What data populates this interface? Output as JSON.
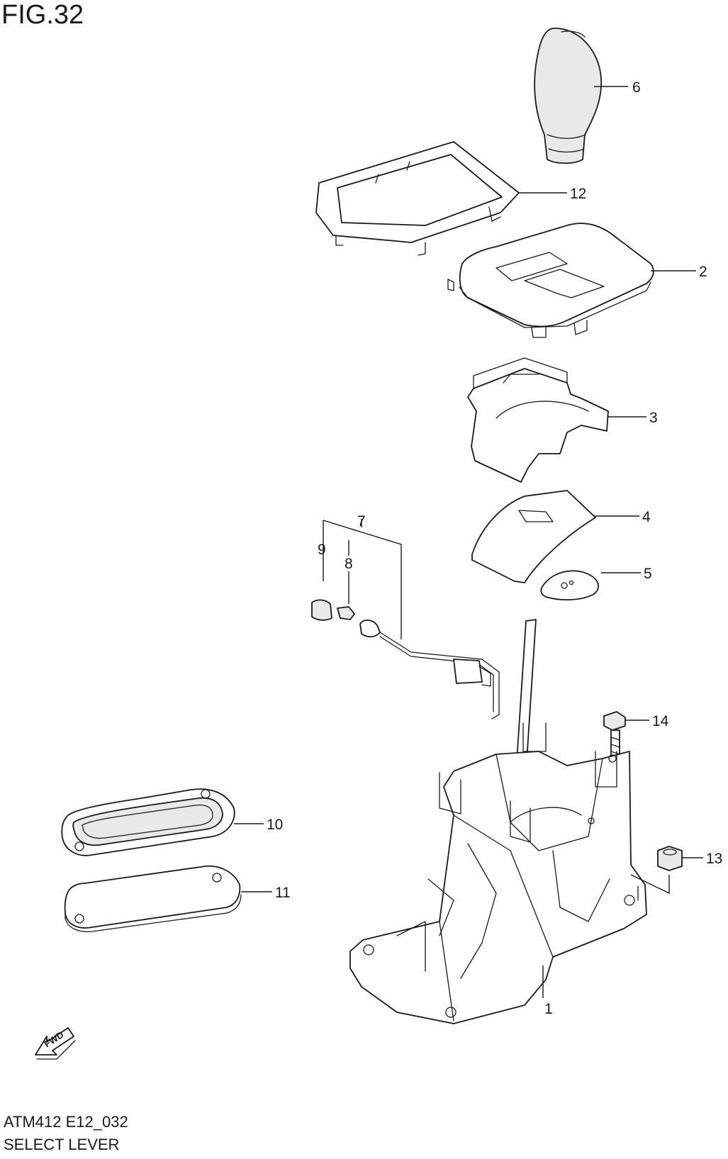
{
  "figure": {
    "title": "FIG.32",
    "code": "ATM412 E12_032",
    "name": "SELECT LEVER"
  },
  "direction_marker": {
    "label": "FWD",
    "icon": "fwd-arrow-icon"
  },
  "callouts": [
    "1",
    "2",
    "3",
    "4",
    "5",
    "6",
    "7",
    "8",
    "9",
    "10",
    "11",
    "12",
    "13",
    "14"
  ]
}
